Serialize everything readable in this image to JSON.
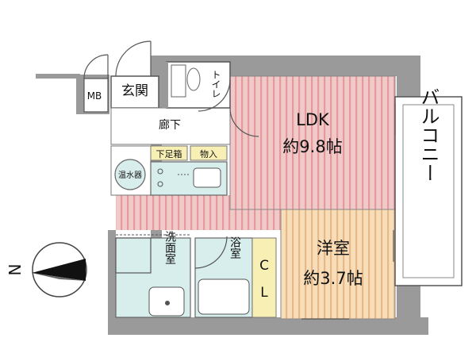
{
  "rooms": {
    "mb": "MB",
    "genkan": "玄関",
    "toilet": "トイレ",
    "rouka": "廊下",
    "geta": "下足箱",
    "monoire": "物入",
    "water_heater": "温水器",
    "ldk_name": "LDK",
    "ldk_size": "約9.8帖",
    "balcony": "バルコニー",
    "senmen": "洗面室",
    "yokushitsu": "浴室",
    "cl_c": "C",
    "cl_l": "L",
    "yoshitsu_name": "洋室",
    "yoshitsu_size": "約3.7帖"
  },
  "compass": {
    "label": "N"
  },
  "colors": {
    "wall": "#9a9a9a",
    "ldk_floor": "#f2c9c9",
    "ldk_stripe": "#e39a9a",
    "room_floor": "#f7ddb8",
    "room_stripe": "#e7b98a",
    "wet_floor": "#d8eeec",
    "closet": "#f8efb5",
    "balcony": "#ffffff"
  }
}
